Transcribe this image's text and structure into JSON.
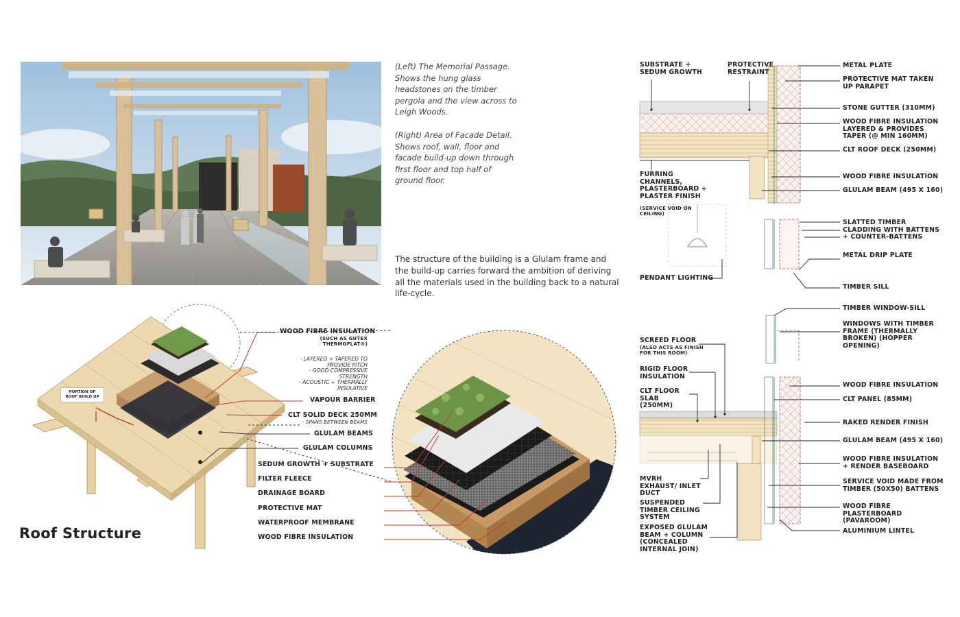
{
  "caption_left": "(Left) The Memorial Passage. Shows the hung glass headstones on the timber pergola and the view across to Leigh Woods.",
  "caption_right": "(Right) Area of Facade Detail. Shows roof, wall, floor and facade build-up down through first floor and top half of ground floor.",
  "structure_text": "The structure of the building is a Glulam frame and the build-up carries forward the ambition of deriving all the materials used in the building back to a natural life-cycle.",
  "section_title": "Roof Structure",
  "roof_tag": "PORTION OF ROOF BUILD UP",
  "axo_labels": {
    "wood_fibre": "WOOD FIBRE INSULATION",
    "wood_fibre_sub": "(SUCH AS GUTEX THERMOFLAT®)",
    "notes": [
      "- LAYERED + TAPERED TO PROVIDE PITCH",
      "- GOOD COMPRESSIVE STRENGTH",
      "- ACOUSTIC + THERMALLY INSULATIVE"
    ],
    "vapour": "VAPOUR BARRIER",
    "clt": "CLT SOLID DECK 250mm",
    "clt_sub": "- SPANS BETWEEN BEAMS",
    "beams": "GLULAM BEAMS",
    "columns": "GLULAM COLUMNS"
  },
  "layer_labels": [
    "SEDUM GROWTH + SUBSTRATE",
    "FILTER FLEECE",
    "DRAINAGE BOARD",
    "PROTECTIVE MAT",
    "WATERPROOF MEMBRANE",
    "WOOD FIBRE INSULATION"
  ],
  "section_left_labels": {
    "substrate": "SUBSTRATE + SEDUM GROWTH",
    "restraint": "PROTECTIVE RESTRAINT",
    "furring": "FURRING CHANNELS, PLASTERBOARD + PLASTER FINISH",
    "service_void": "(SERVICE VOID ON CEILING)",
    "pendant": "PENDANT LIGHTING",
    "screed": "SCREED FLOOR",
    "screed_sub": "(ALSO ACTS AS FINISH FOR THIS ROOM)",
    "rigid": "RIGID FLOOR INSULATION",
    "clt_floor": "CLT FLOOR SLAB (250mm)",
    "mvrh": "MVRH EXHAUST/ INLET DUCT",
    "suspended": "SUSPENDED TIMBER CEILING SYSTEM",
    "exposed": "EXPOSED GLULAM BEAM + COLUMN (CONCEALED INTERNAL JOIN)"
  },
  "section_right_labels": [
    "METAL PLATE",
    "PROTECTIVE MAT TAKEN UP PARAPET",
    "STONE GUTTER (310mm)",
    "WOOD FIBRE INSULATION LAYERED & PROVIDES TAPER (@ MIN 160mm)",
    "CLT ROOF DECK (250mm)",
    "WOOD FIBRE INSULATION",
    "GLULAM BEAM (495 X 160)",
    "SLATTED TIMBER CLADDING WITH BATTENS + COUNTER-BATTENS",
    "METAL DRIP PLATE",
    "TIMBER SILL",
    "TIMBER WINDOW-SILL",
    "WINDOWS WITH TIMBER FRAME (THERMALLY BROKEN) (HOPPER OPENING)",
    "WOOD FIBRE INSULATION",
    "CLT PANEL (85MM)",
    "RAKED RENDER FINISH",
    "GLULAM BEAM (495 X 160)",
    "WOOD FIBRE INSULATION + RENDER BASEBOARD",
    "SERVICE VOID MADE FROM TIMBER (50X50) BATTENS",
    "WOOD FIBRE PLASTERBOARD (PAVAROOM)",
    "ALUMINIUM LINTEL"
  ],
  "colors": {
    "timber": "#ead6a8",
    "leader_red": "#c0392b",
    "ink": "#222222"
  }
}
